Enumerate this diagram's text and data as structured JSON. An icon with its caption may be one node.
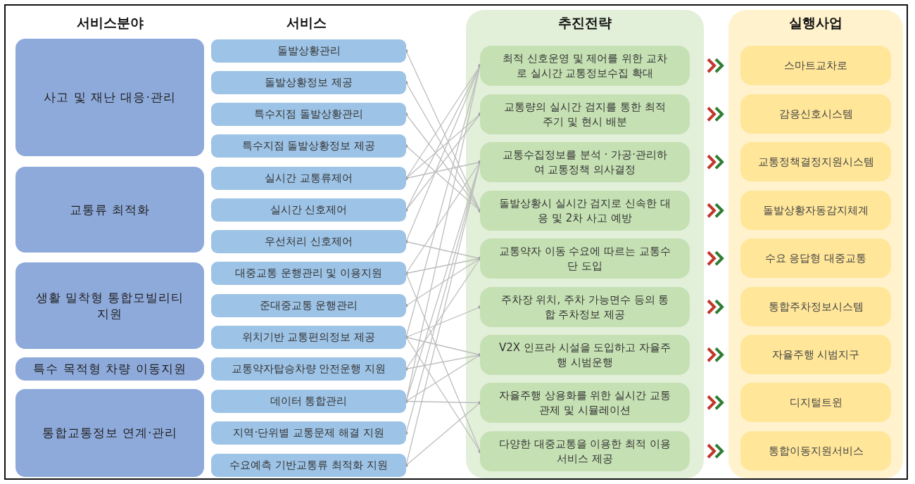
{
  "diagram": {
    "nodes": [
      {
        "text": [
          "사고 및 재난 대응·관리"
        ]
      },
      {
        "text": [
          "교통류 최적화"
        ]
      },
      {
        "text": [
          "생활 밀착형 통합모빌리티 지원"
        ]
      },
      {
        "text": [
          "특수 목적형 차량 이동지원"
        ]
      },
      {
        "text": [
          "통합교통정보 연계·관리"
        ]
      },
      {
        "text": [
          "돌발상황관리"
        ]
      },
      {
        "text": [
          "돌발상황정보 제공"
        ]
      },
      {
        "text": [
          "특수지점 돌발상황관리"
        ]
      },
      {
        "text": [
          "특수지점 돌발상황정보 제공"
        ]
      },
      {
        "text": [
          "실시간 교통류제어"
        ]
      },
      {
        "text": [
          "실시간 신호제어"
        ]
      },
      {
        "text": [
          "우선처리 신호제어"
        ]
      },
      {
        "text": [
          "대중교통 운행관리 및 이용지원"
        ]
      },
      {
        "text": [
          "준대중교통 운행관리"
        ]
      },
      {
        "text": [
          "위치기반 교통편의정보 제공"
        ]
      },
      {
        "text": [
          "교통약자탑승차량 안전운행 지원"
        ]
      },
      {
        "text": [
          "데이터 통합관리"
        ]
      },
      {
        "text": [
          "지역·단위별 교통문제 해결 지원"
        ]
      },
      {
        "text": [
          "수요예측 기반교통류 최적화 지원"
        ]
      },
      {
        "text": [
          "추진전략"
        ]
      },
      {
        "text": [
          "최적 신호운영 및 제어를 위한 교차로 실시간 교통정보수집 확대"
        ],
        "in": 19
      },
      {
        "text": [
          "교통량의 실시간 검지를 통한 최적 주기 및 현시 배분"
        ],
        "in": 19
      },
      {
        "text": [
          "교통수집정보를 분석 · 가공·관리하여 교통정책 의사결정"
        ],
        "in": 19
      },
      {
        "text": [
          "돌발상황시 실시간 검지로 신속한 대응 및 2차 사고 예방"
        ],
        "in": 19
      },
      {
        "text": [
          "교통약자 이동 수요에 따르는 교통수단 도입"
        ],
        "in": 19
      },
      {
        "text": [
          "주차장 위치, 주차 가능면수 등의 통합 주차정보 제공"
        ],
        "in": 19
      },
      {
        "text": [
          "V2X 인프라 시설을 도입하고 자율주행 시범운행"
        ],
        "in": 19
      },
      {
        "text": [
          "자율주행 상용화를 위한 실시간 교통관제 및 시뮬레이션"
        ],
        "in": 19
      },
      {
        "text": [
          "다양한 대중교통을 이용한 최적 이용 서비스 제공"
        ],
        "in": 19
      },
      {
        "text": [
          "실행사업"
        ]
      },
      {
        "text": [
          "스마트교차로"
        ],
        "in": 29
      },
      {
        "text": [
          "감응신호시스템"
        ],
        "in": 29
      },
      {
        "text": [
          "교통정책결정지원시스템"
        ],
        "in": 29
      },
      {
        "text": [
          "돌발상황자동감지체계"
        ],
        "in": 29
      },
      {
        "text": [
          "수요 응답형 대중교통"
        ],
        "in": 29
      },
      {
        "text": [
          "통합주차정보시스템"
        ],
        "in": 29
      },
      {
        "text": [
          "자율주행 시범지구"
        ],
        "in": 29
      },
      {
        "text": [
          "디지털트윈"
        ],
        "in": 29
      },
      {
        "text": [
          "통합이동지원서비스"
        ],
        "in": 29
      }
    ],
    "edges": [
      {
        "from": 5,
        "to": 23,
        "arrow": "other"
      },
      {
        "from": 6,
        "to": 23,
        "arrow": "other"
      },
      {
        "from": 7,
        "to": 23,
        "arrow": "other"
      },
      {
        "from": 8,
        "to": 23,
        "arrow": "other"
      },
      {
        "from": 9,
        "to": 20,
        "arrow": "other"
      },
      {
        "from": 9,
        "to": 21,
        "arrow": "other"
      },
      {
        "from": 9,
        "to": 22,
        "arrow": "other"
      },
      {
        "from": 10,
        "to": 20,
        "arrow": "other"
      },
      {
        "from": 10,
        "to": 21,
        "arrow": "other"
      },
      {
        "from": 11,
        "to": 20,
        "arrow": "other"
      },
      {
        "from": 11,
        "to": 24,
        "arrow": "other"
      },
      {
        "from": 12,
        "to": 22,
        "arrow": "other"
      },
      {
        "from": 12,
        "to": 24,
        "arrow": "other"
      },
      {
        "from": 12,
        "to": 28,
        "arrow": "other"
      },
      {
        "from": 13,
        "to": 24,
        "arrow": "other"
      },
      {
        "from": 14,
        "to": 20,
        "arrow": "other"
      },
      {
        "from": 14,
        "to": 25,
        "arrow": "other"
      },
      {
        "from": 14,
        "to": 26,
        "arrow": "other"
      },
      {
        "from": 14,
        "to": 28,
        "arrow": "other"
      },
      {
        "from": 15,
        "to": 24,
        "arrow": "other"
      },
      {
        "from": 15,
        "to": 26,
        "arrow": "other"
      },
      {
        "from": 16,
        "to": 20,
        "arrow": "other"
      },
      {
        "from": 16,
        "to": 22,
        "arrow": "other"
      },
      {
        "from": 16,
        "to": 26,
        "arrow": "other"
      },
      {
        "from": 16,
        "to": 27,
        "arrow": "other"
      },
      {
        "from": 17,
        "to": 22,
        "arrow": "other"
      },
      {
        "from": 18,
        "to": 22,
        "arrow": "other"
      },
      {
        "from": 18,
        "to": 27,
        "arrow": "other"
      },
      {
        "from": 20,
        "to": 30,
        "arrow": "to",
        "style": "thick",
        "color": "#c0392b"
      },
      {
        "from": 21,
        "to": 31,
        "arrow": "to",
        "style": "thick",
        "color": "#c0392b"
      },
      {
        "from": 22,
        "to": 32,
        "arrow": "to",
        "style": "thick",
        "color": "#c0392b"
      },
      {
        "from": 23,
        "to": 33,
        "arrow": "to",
        "style": "thick",
        "color": "#c0392b"
      },
      {
        "from": 24,
        "to": 34,
        "arrow": "to",
        "style": "thick",
        "color": "#c0392b"
      },
      {
        "from": 25,
        "to": 35,
        "arrow": "to",
        "style": "thick",
        "color": "#c0392b"
      },
      {
        "from": 26,
        "to": 36,
        "arrow": "to",
        "style": "thick",
        "color": "#c0392b"
      },
      {
        "from": 27,
        "to": 37,
        "arrow": "to",
        "style": "thick",
        "color": "#c0392b"
      },
      {
        "from": 28,
        "to": 38,
        "arrow": "to",
        "style": "thick",
        "color": "#c0392b"
      }
    ],
    "labels": [
      "서비스분야",
      "서비스"
    ]
  }
}
